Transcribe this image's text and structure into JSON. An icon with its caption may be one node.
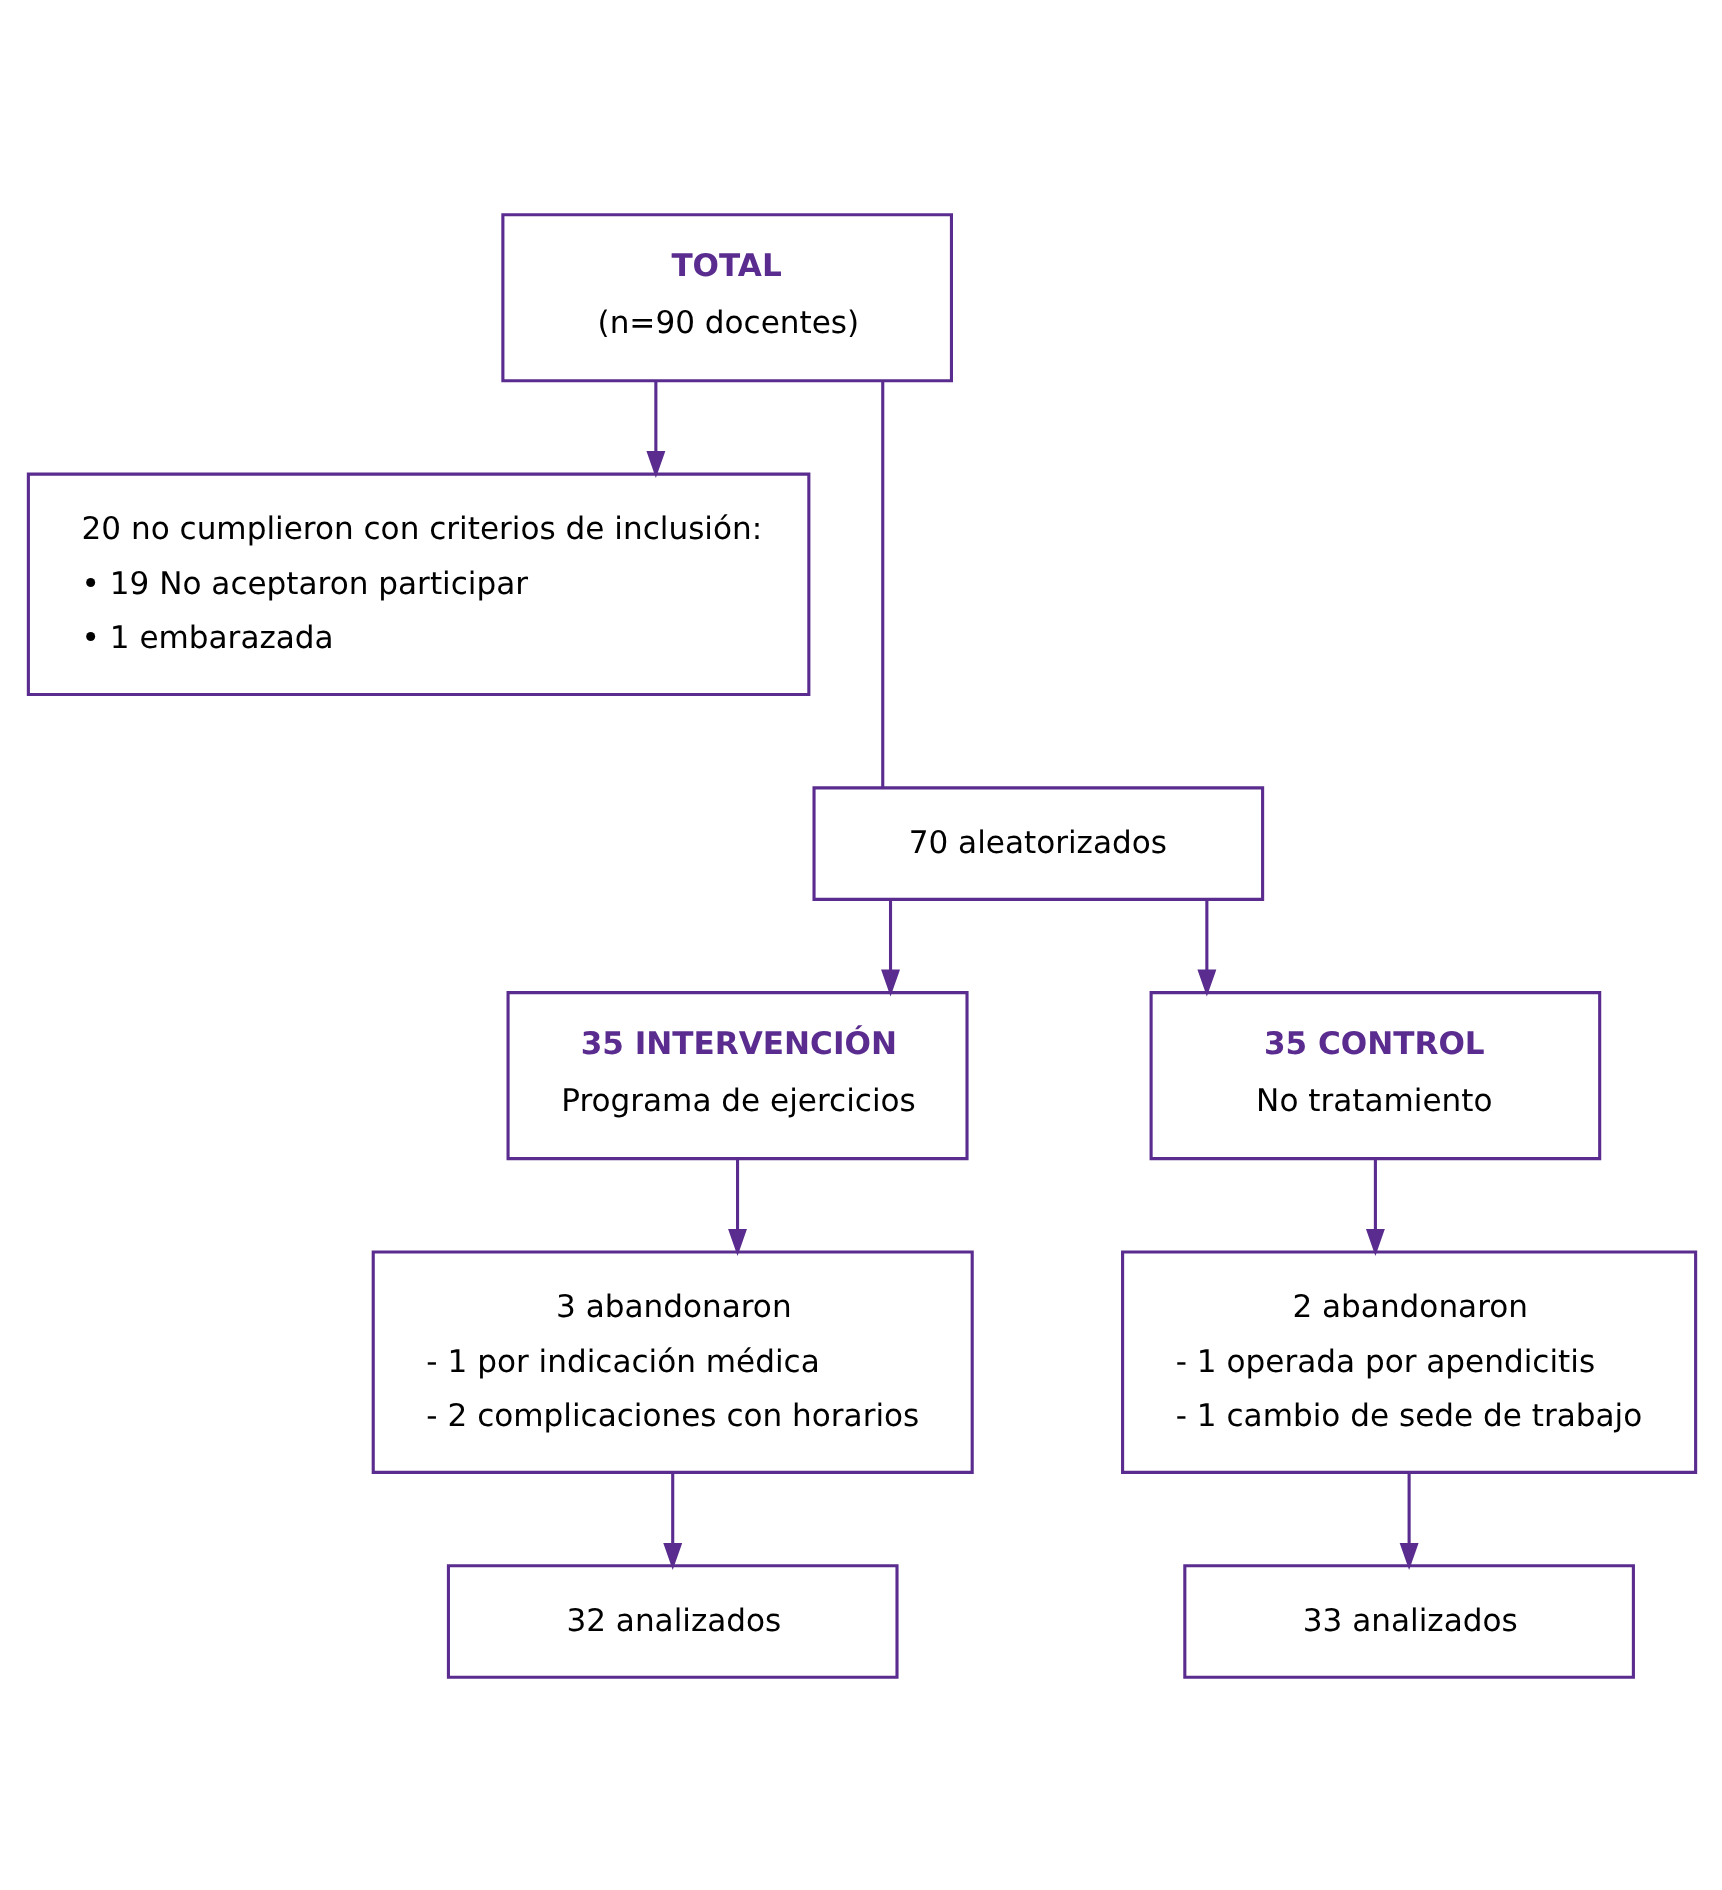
{
  "diagram": {
    "nodes": [
      {
        "text": [
          "TOTAL",
          "(n=90 docentes)"
        ]
      },
      {
        "text": [
          "20 no cumplieron con criterios de inclusión:",
          "• 19 No aceptaron participar",
          "• 1 embarazada"
        ]
      },
      {
        "text": [
          "70 aleatorizados"
        ]
      },
      {
        "text": [
          "35 INTERVENCIÓN",
          "Programa de ejercicios"
        ]
      },
      {
        "text": [
          "35 CONTROL",
          "No tratamiento"
        ]
      },
      {
        "text": [
          "3 abandonaron",
          "- 1 por indicación médica",
          "- 2 complicaciones con horarios"
        ]
      },
      {
        "text": [
          "2 abandonaron",
          "- 1 operada por apendicitis",
          "- 1 cambio de sede de trabajo"
        ]
      },
      {
        "text": [
          "32 analizados"
        ]
      },
      {
        "text": [
          "33 analizados"
        ]
      }
    ],
    "edges": [
      {
        "from": 0,
        "to": 2,
        "arrow": "none"
      },
      {
        "from": 0,
        "to": 1,
        "arrow": "to"
      },
      {
        "from": 2,
        "to": 3,
        "arrow": "to"
      },
      {
        "from": 2,
        "to": 4,
        "arrow": "to"
      },
      {
        "from": 3,
        "to": 5,
        "arrow": "to"
      },
      {
        "from": 4,
        "to": 6,
        "arrow": "to"
      },
      {
        "from": 5,
        "to": 7,
        "arrow": "to"
      },
      {
        "from": 6,
        "to": 8,
        "arrow": "to"
      }
    ]
  }
}
